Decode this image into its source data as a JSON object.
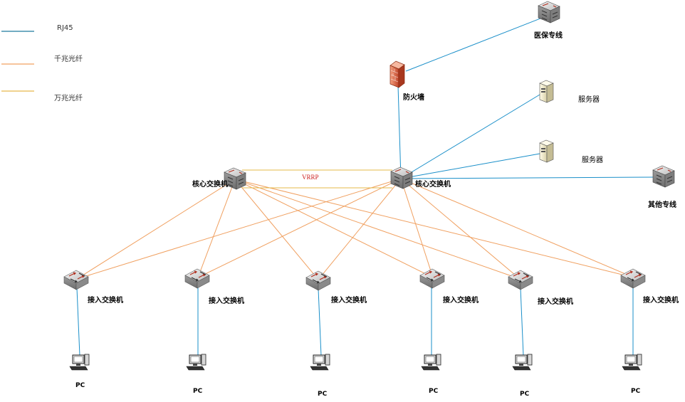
{
  "legend": {
    "rj45": "RJ45",
    "gigabit_fiber": "千兆光纤",
    "ten_gigabit_fiber": "万兆光纤"
  },
  "colors": {
    "rj45": "#1a8fc9",
    "rj45_legend": "#1f7a9e",
    "gigabit_fiber": "#f0a060",
    "ten_gigabit_fiber": "#e6b84a",
    "vrrp_text": "#cc2222"
  },
  "labels": {
    "medical_insurance_line": "医保专线",
    "firewall": "防火墙",
    "server_1": "服务器",
    "server_2": "服务器",
    "core_switch_left": "核心交换机",
    "core_switch_right": "核心交换机",
    "vrrp": "VRRP",
    "other_line": "其他专线",
    "access_switch": "接入交换机",
    "pc": "PC"
  },
  "icons": {
    "switch": "switch-icon",
    "firewall": "firewall-icon",
    "server": "server-icon",
    "pc": "pc-icon"
  }
}
